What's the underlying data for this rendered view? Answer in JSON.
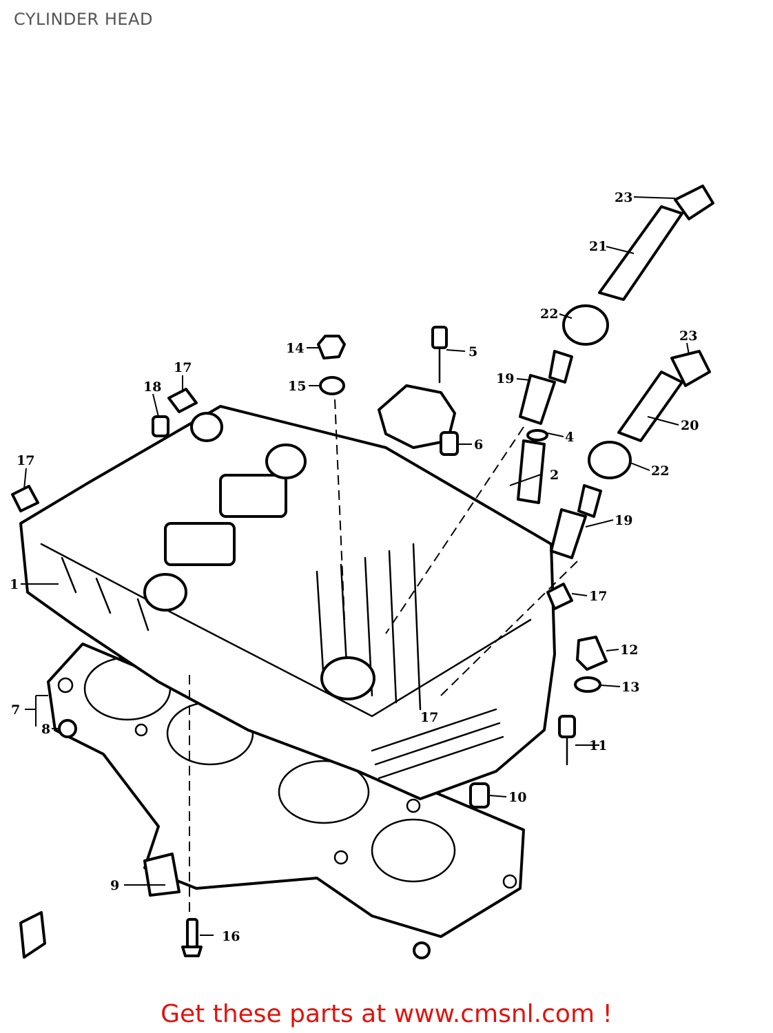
{
  "page": {
    "title": "CYLINDER HEAD",
    "footer_link": "Get these parts at www.cmsnl.com !"
  },
  "callouts": [
    "1",
    "2",
    "4",
    "5",
    "6",
    "7",
    "8",
    "9",
    "10",
    "11",
    "12",
    "13",
    "14",
    "15",
    "16",
    "17",
    "18",
    "19",
    "20",
    "21",
    "22",
    "23"
  ],
  "colors": {
    "footer": "#e3120b",
    "title": "#555555",
    "ink": "#000000"
  }
}
